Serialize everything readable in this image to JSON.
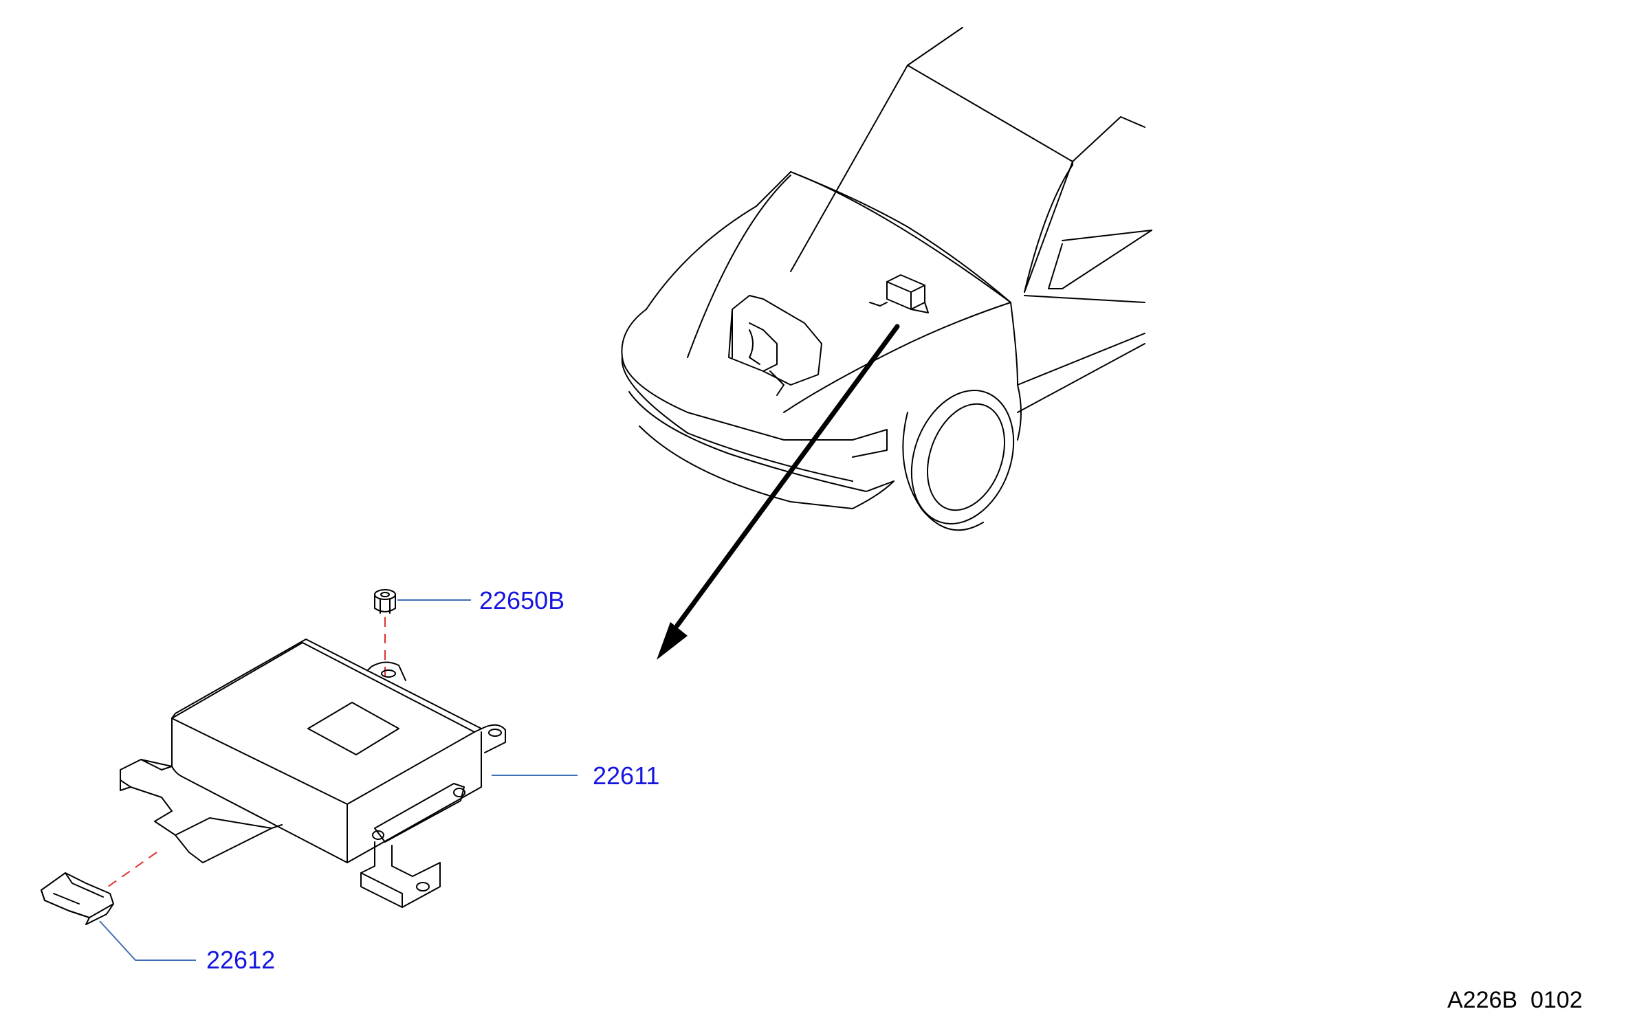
{
  "diagram": {
    "parts": [
      {
        "number": "22650B",
        "description_icon": "nut-icon"
      },
      {
        "number": "22611",
        "description_icon": "control-unit-icon"
      },
      {
        "number": "22612",
        "description_icon": "bracket-clip-icon"
      }
    ],
    "illustration_code": "A226B  0102",
    "colors": {
      "label": "#1515e0",
      "leader_line": "#3f6fb5",
      "assembly_dashed_line": "#e03030",
      "outline": "#000000"
    }
  }
}
